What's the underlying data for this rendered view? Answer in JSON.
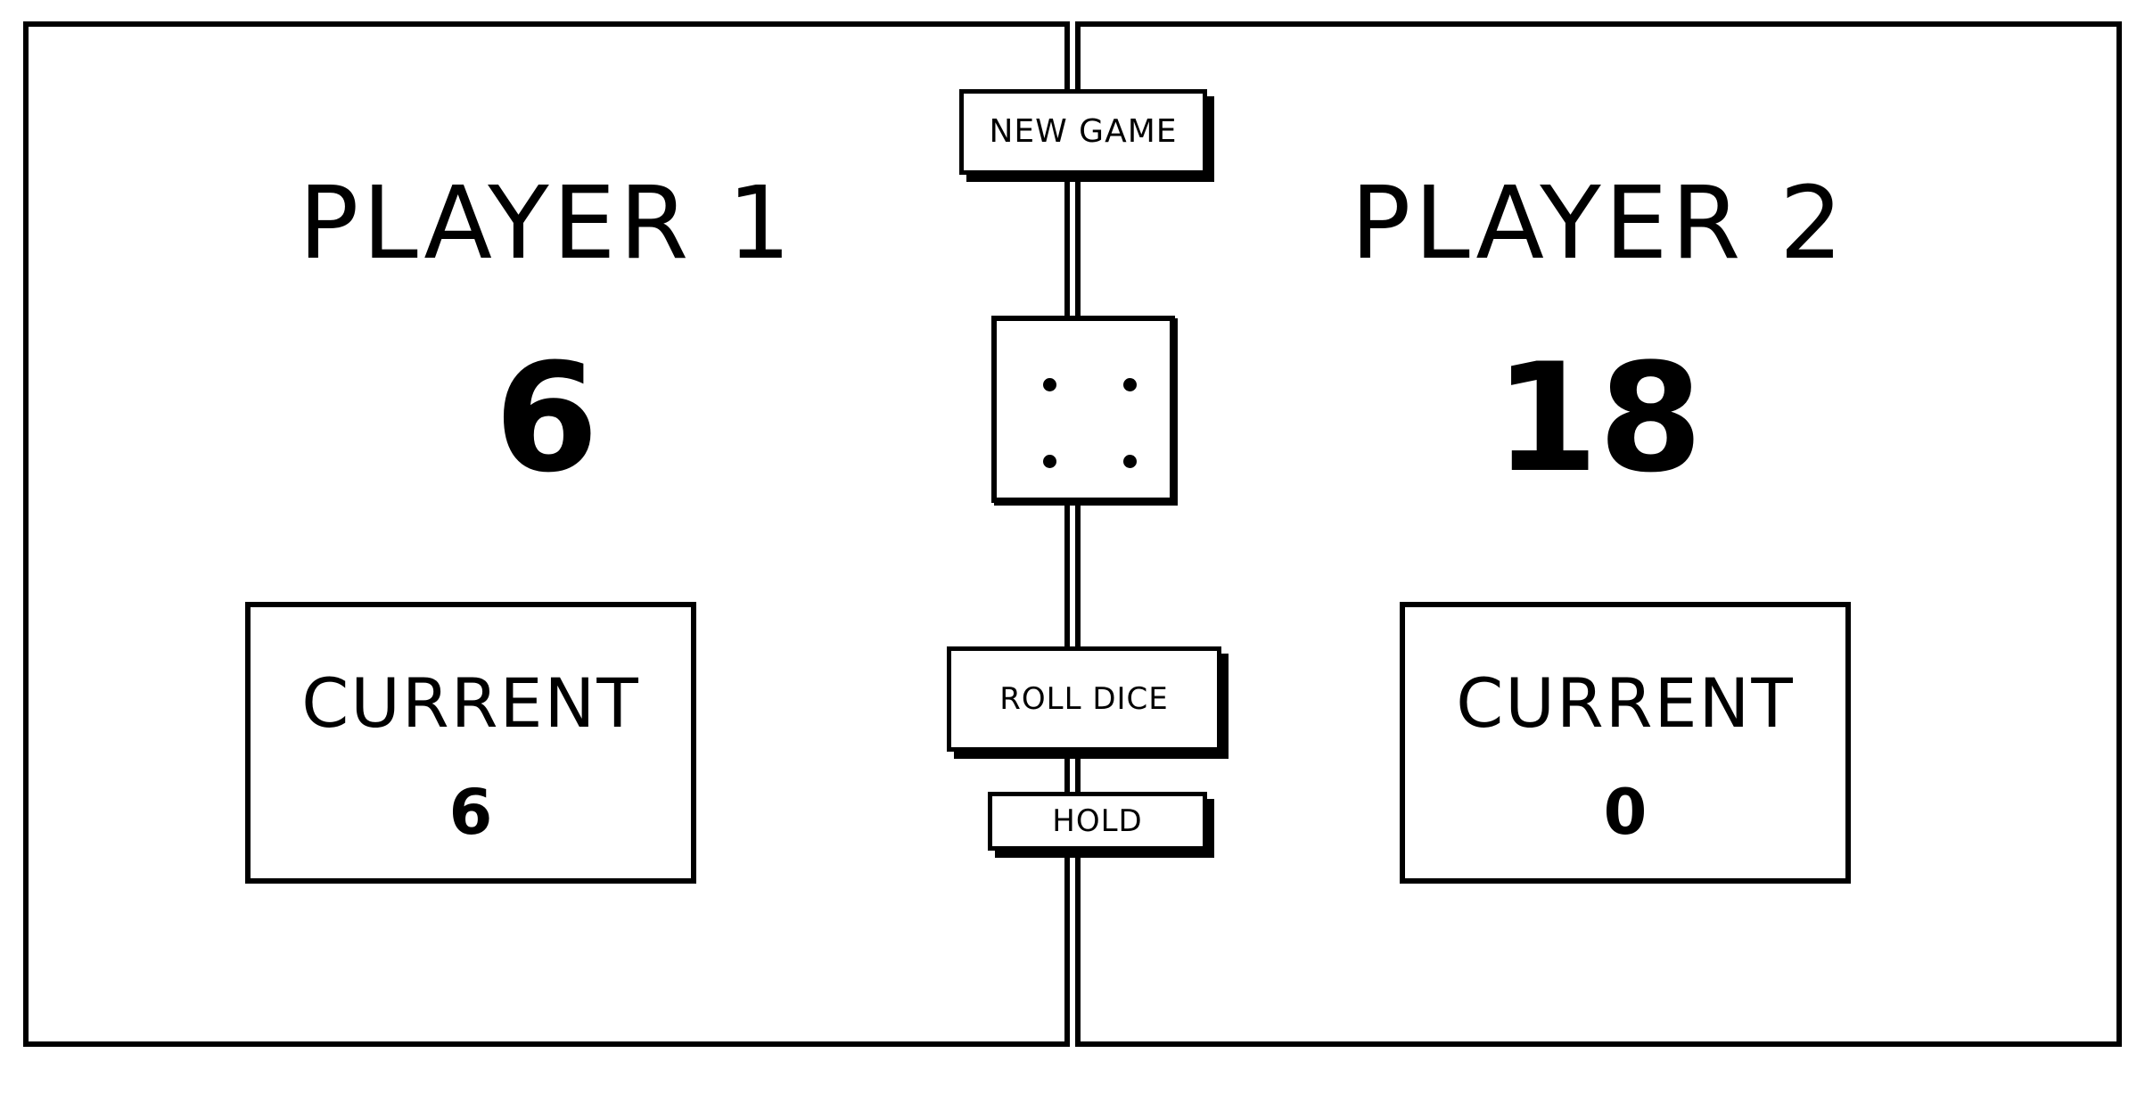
{
  "players": [
    {
      "name": "PLAYER 1",
      "score": "6",
      "current_label": "CURRENT",
      "current_value": "6"
    },
    {
      "name": "PLAYER 2",
      "score": "18",
      "current_label": "CURRENT",
      "current_value": "0"
    }
  ],
  "controls": {
    "new_game_label": "NEW GAME",
    "roll_label": "ROLL DICE",
    "hold_label": "HOLD"
  },
  "dice": {
    "value": 4,
    "icon": "dice-four-icon"
  },
  "colors": {
    "ink": "#000000",
    "background": "#ffffff"
  }
}
